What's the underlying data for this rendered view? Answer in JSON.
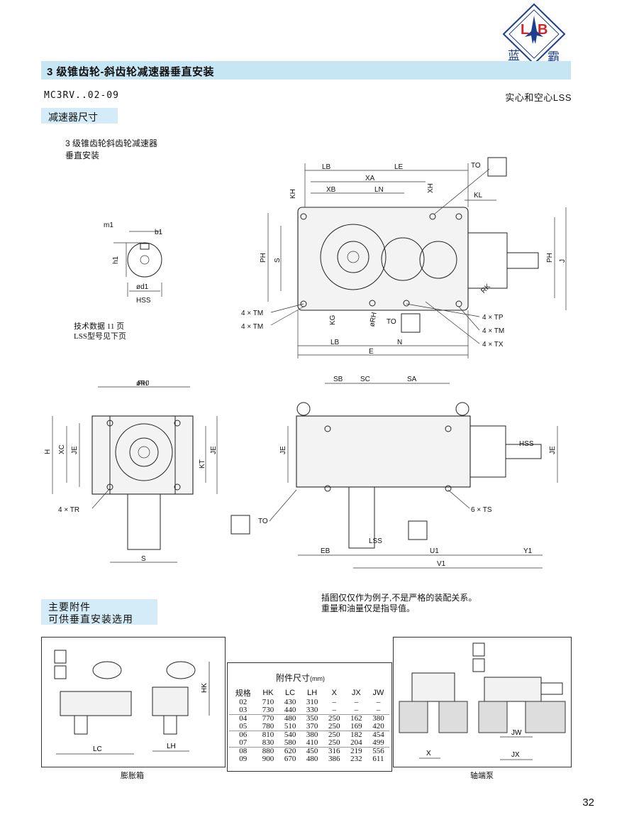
{
  "logo": {
    "letters": "LB",
    "brand_cn_left": "蓝",
    "brand_cn_right": "霸",
    "accent": "#1c3f8f",
    "mark_color": "#d2232a"
  },
  "header": {
    "title": "3 级锥齿轮-斜齿轮减速器垂直安装",
    "model": "MC3RV..02-09",
    "shaft_note": "实心和空心LSS"
  },
  "section_dimensions": {
    "label": "减速器尺寸"
  },
  "description": {
    "line1": "3 级锥齿轮斜齿轮减速器",
    "line2": "垂直安装"
  },
  "tech_note": {
    "line1": "技术数据 11 页",
    "line2": "LSS型号见下页"
  },
  "shaft_detail": {
    "labels": [
      "m1",
      "b1",
      "h1",
      "ød1",
      "HSS"
    ]
  },
  "top_view": {
    "dims_top": [
      "LB",
      "LE",
      "XA",
      "XB",
      "LN",
      "KH",
      "XH",
      "KL",
      "TO"
    ],
    "dims_side": [
      "PH",
      "S",
      "PH",
      "J",
      "RK"
    ],
    "callouts": [
      "4 × TM",
      "4 × TM",
      "4 × TP",
      "4 × TM",
      "4 × TX",
      "TO"
    ],
    "dims_bottom": [
      "KG",
      "øRH",
      "LB",
      "N",
      "E"
    ]
  },
  "side_view": {
    "labels": [
      "øRJ",
      "PH",
      "H",
      "XC",
      "JE",
      "KT",
      "JE",
      "4 × TR",
      "S"
    ]
  },
  "front_view": {
    "labels": [
      "SB",
      "SC",
      "SA",
      "HSS",
      "JE",
      "JE",
      "TO",
      "LSS",
      "6 × TS",
      "EB",
      "U1",
      "Y1",
      "V1"
    ]
  },
  "section_accessories": {
    "line1": "主要附件",
    "line2": "可供垂直安装选用"
  },
  "illustration_note": {
    "line1": "插图仅仅作为例子,不是严格的装配关系。",
    "line2": "重量和油量仅是指导值。"
  },
  "accessory_table": {
    "caption": "附件尺寸",
    "caption_unit": "(mm)",
    "headers": [
      "规格",
      "HK",
      "LC",
      "LH",
      "X",
      "JX",
      "JW"
    ],
    "rows": [
      [
        "02",
        "710",
        "430",
        "310",
        "–",
        "–",
        "–"
      ],
      [
        "03",
        "730",
        "440",
        "330",
        "–",
        "–",
        "–"
      ],
      [
        "04",
        "770",
        "480",
        "350",
        "250",
        "162",
        "380"
      ],
      [
        "05",
        "780",
        "510",
        "370",
        "250",
        "169",
        "420"
      ],
      [
        "06",
        "810",
        "540",
        "380",
        "250",
        "182",
        "454"
      ],
      [
        "07",
        "830",
        "580",
        "410",
        "250",
        "204",
        "499"
      ],
      [
        "08",
        "880",
        "620",
        "450",
        "316",
        "219",
        "556"
      ],
      [
        "09",
        "900",
        "670",
        "480",
        "386",
        "232",
        "611"
      ]
    ]
  },
  "expansion_tank": {
    "caption": "膨胀箱",
    "labels": [
      "HK",
      "LC",
      "LH"
    ]
  },
  "shaft_pump": {
    "caption": "轴端泵",
    "labels": [
      "JW",
      "X",
      "JX"
    ]
  },
  "page_number": "32"
}
